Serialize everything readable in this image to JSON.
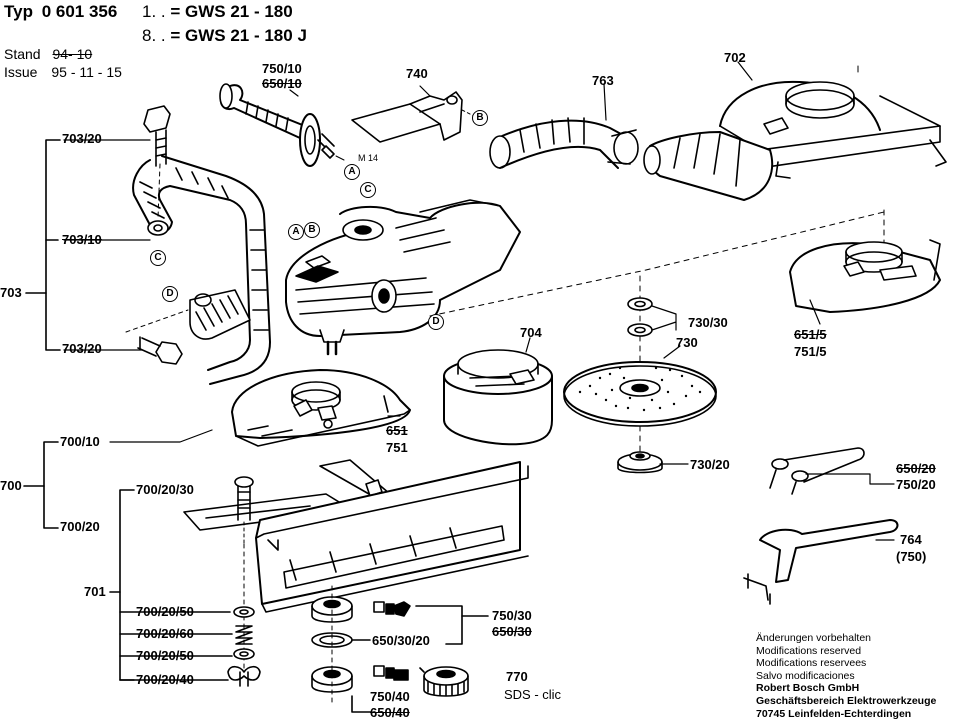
{
  "header": {
    "typ_label": "Typ",
    "typ_number": "0 601 356",
    "variant1_code": "1. .",
    "variant1_model": "= GWS 21 - 180",
    "variant2_code": "8. .",
    "variant2_model": "= GWS 21 - 180  J",
    "stand_label": "Stand",
    "stand_value": "94- 10",
    "issue_label": "Issue",
    "issue_value": "95 - 11 - 15"
  },
  "parts": {
    "p702": "702",
    "p703": "703",
    "p703_20_top": "703/20",
    "p703_10": "703/10",
    "p703_20_bot": "703/20",
    "p740": "740",
    "p750_10": "750/10",
    "p650_10": "650/10",
    "p763": "763",
    "p704": "704",
    "p730_30": "730/30",
    "p730": "730",
    "p730_20": "730/20",
    "p651_5": "651/5",
    "p751_5": "751/5",
    "p651": "651",
    "p751": "751",
    "p700": "700",
    "p700_10": "700/10",
    "p700_20_30": "700/20/30",
    "p700_20": "700/20",
    "p701": "701",
    "p700_20_50a": "700/20/50",
    "p700_20_60": "700/20/60",
    "p700_20_50b": "700/20/50",
    "p700_20_40": "700/20/40",
    "p750_30": "750/30",
    "p650_30": "650/30",
    "p650_30_20": "650/30/20",
    "p750_40": "750/40",
    "p650_40": "650/40",
    "p770": "770",
    "p_sds": "SDS - clic",
    "p650_20": "650/20",
    "p750_20": "750/20",
    "p764": "764",
    "p764_alt": "(750)",
    "m14": "M 14"
  },
  "markers": {
    "a": "A",
    "b": "B",
    "c": "C",
    "d": "D"
  },
  "notes": {
    "line1": "Änderungen vorbehalten",
    "line2": "Modifications reserved",
    "line3": "Modifications reservees",
    "line4": "Salvo modificaciones",
    "line5": "Robert Bosch GmbH",
    "line6": "Geschäftsbereich Elektrowerkzeuge",
    "line7": "70745 Leinfelden-Echterdingen"
  }
}
